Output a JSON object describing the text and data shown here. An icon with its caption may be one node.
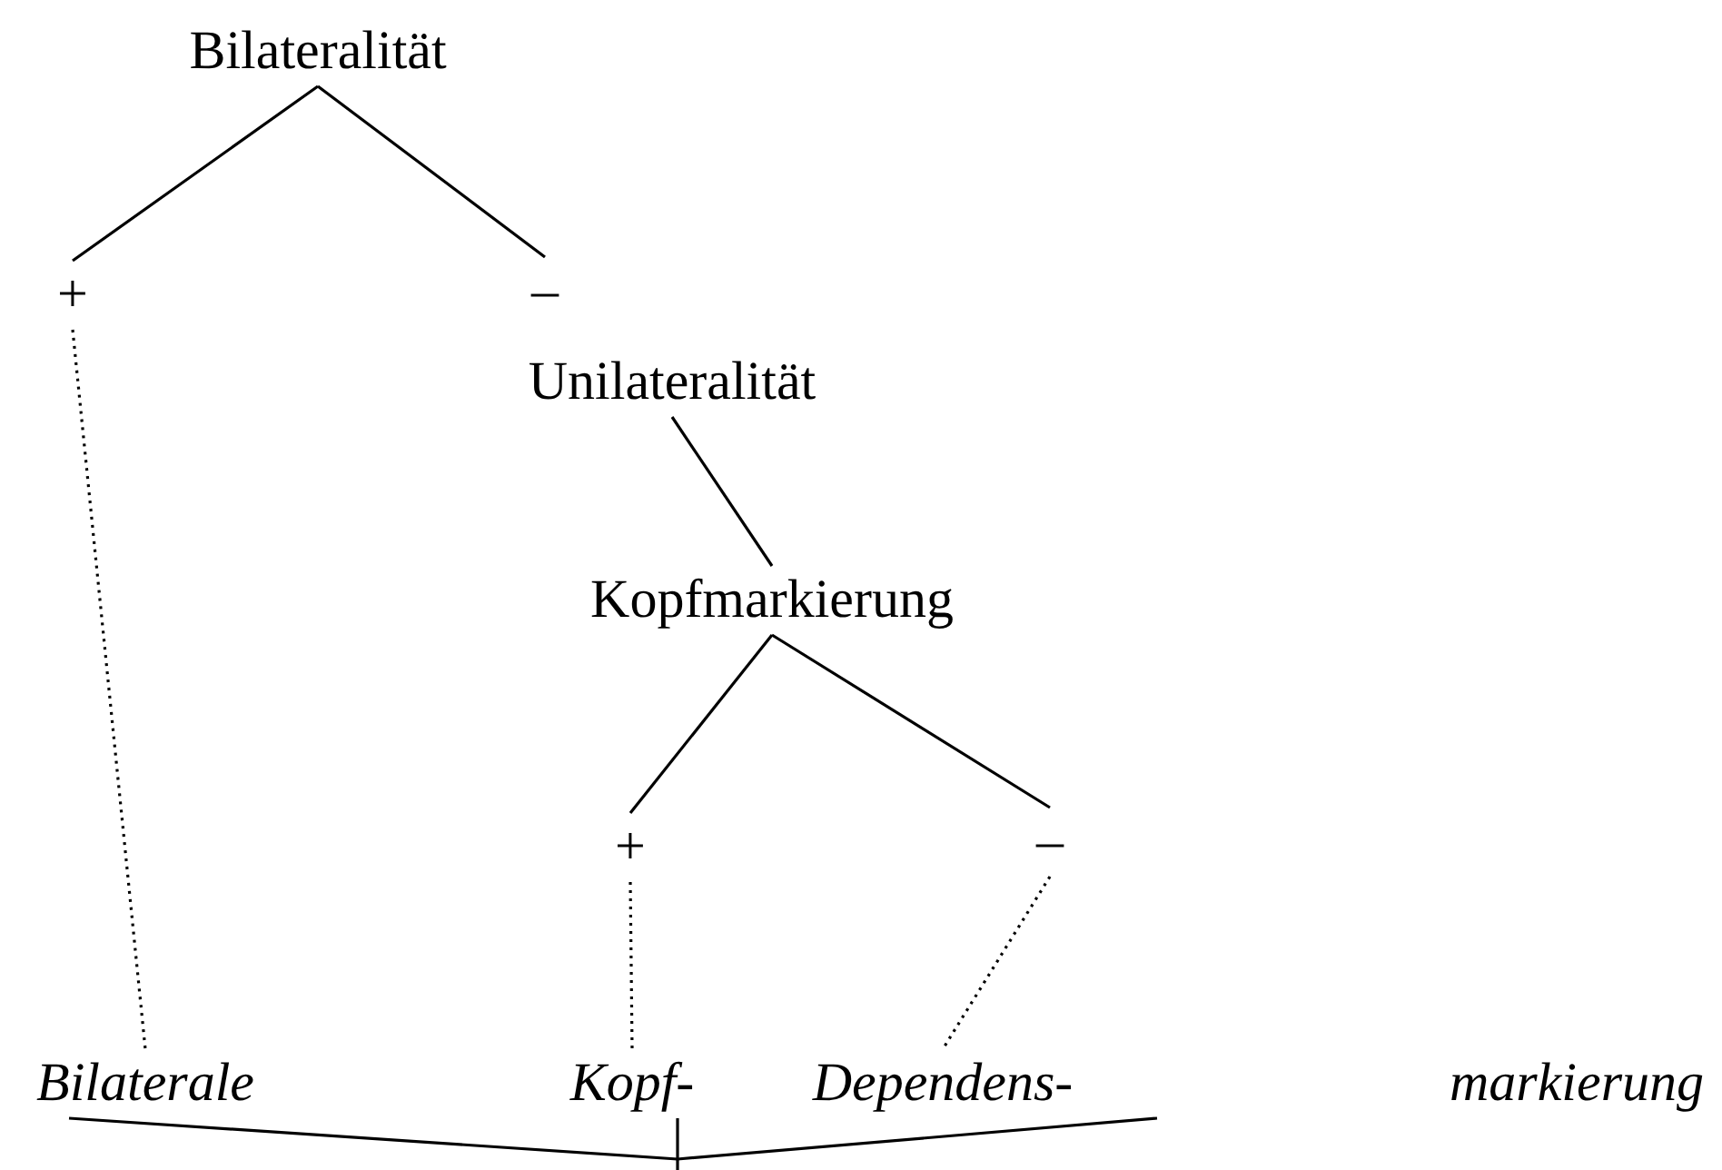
{
  "diagram": {
    "nodes": [
      {
        "text": [
          "Bilateralität"
        ]
      },
      {
        "text": [
          "+"
        ]
      },
      {
        "text": [
          "–"
        ]
      },
      {
        "text": [
          "Unilateralität"
        ]
      },
      {
        "text": [
          "Kopfmarkierung"
        ]
      },
      {
        "text": [
          "+"
        ]
      },
      {
        "text": [
          "–"
        ]
      },
      {
        "text": [
          "Bilaterale"
        ]
      },
      {
        "text": [
          "Kopf-"
        ]
      },
      {
        "text": [
          "Dependens-"
        ]
      },
      {
        "text": [
          "markierung"
        ]
      }
    ],
    "edges": [
      {
        "from": 0,
        "to": 1,
        "arrow": "none"
      },
      {
        "from": 0,
        "to": 2,
        "arrow": "none"
      },
      {
        "from": 3,
        "to": 4,
        "arrow": "none"
      },
      {
        "from": 4,
        "to": 5,
        "arrow": "none"
      },
      {
        "from": 4,
        "to": 6,
        "arrow": "none"
      },
      {
        "from": 1,
        "to": 7,
        "arrow": "none",
        "style": "dashed"
      },
      {
        "from": 5,
        "to": 8,
        "arrow": "none",
        "style": "dashed"
      },
      {
        "from": 6,
        "to": 9,
        "arrow": "none",
        "style": "dashed"
      },
      {
        "from": 7,
        "to": null,
        "arrow": "none"
      },
      {
        "from": 8,
        "to": null,
        "arrow": "none"
      },
      {
        "from": 9,
        "to": null,
        "arrow": "none"
      }
    ]
  }
}
